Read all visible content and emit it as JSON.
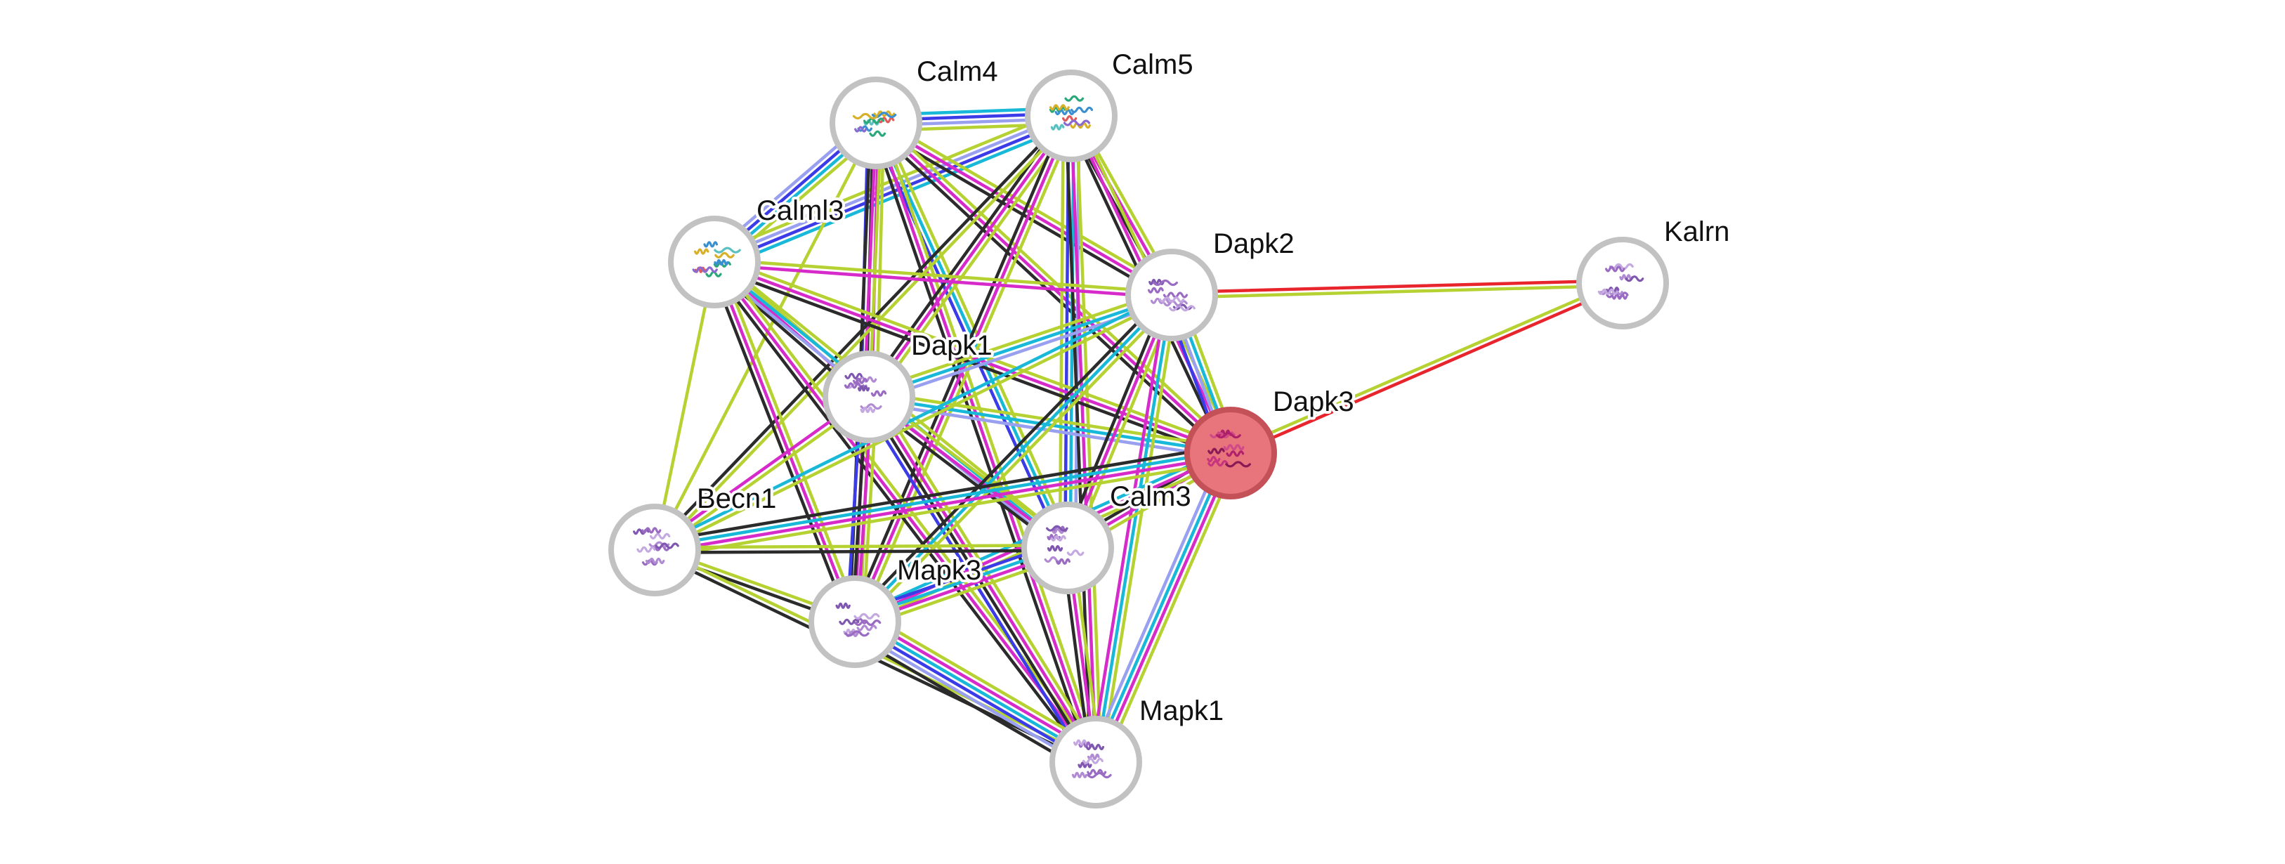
{
  "network": {
    "query_color": "#e8747c",
    "node_ring_color": "#c2c2c2",
    "evidence_colors": {
      "experiments": "#d62aca",
      "databases": "#17b8d8",
      "textmining": "#b6d232",
      "coexpression": "#2b2b2b",
      "neighborhood": "#3b3be8",
      "homology": "#9aa0f0",
      "fusion": "#e8242c"
    },
    "nodes": [
      {
        "id": "Calm4",
        "label": "Calm4",
        "query": false,
        "structure": "colored-ribbon"
      },
      {
        "id": "Calm5",
        "label": "Calm5",
        "query": false,
        "structure": "colored-ribbon"
      },
      {
        "id": "Calml3",
        "label": "Calml3",
        "query": false,
        "structure": "colored-ribbon"
      },
      {
        "id": "Dapk2",
        "label": "Dapk2",
        "query": false,
        "structure": "purple-ribbon"
      },
      {
        "id": "Kalrn",
        "label": "Kalrn",
        "query": false,
        "structure": "purple-ribbon"
      },
      {
        "id": "Dapk1",
        "label": "Dapk1",
        "query": false,
        "structure": "purple-ribbon"
      },
      {
        "id": "Dapk3",
        "label": "Dapk3",
        "query": true,
        "structure": "magenta-ribbon"
      },
      {
        "id": "Becn1",
        "label": "Becn1",
        "query": false,
        "structure": "purple-ribbon"
      },
      {
        "id": "Calm3",
        "label": "Calm3",
        "query": false,
        "structure": "purple-ribbon"
      },
      {
        "id": "Mapk3",
        "label": "Mapk3",
        "query": false,
        "structure": "purple-ribbon"
      },
      {
        "id": "Mapk1",
        "label": "Mapk1",
        "query": false,
        "structure": "purple-ribbon"
      }
    ],
    "edges": [
      {
        "source": "Dapk3",
        "target": "Kalrn",
        "evidence": [
          "textmining",
          "fusion"
        ]
      },
      {
        "source": "Dapk2",
        "target": "Kalrn",
        "evidence": [
          "fusion",
          "textmining"
        ]
      },
      {
        "source": "Calm4",
        "target": "Calm5",
        "evidence": [
          "databases",
          "neighborhood",
          "homology",
          "textmining"
        ]
      },
      {
        "source": "Calm4",
        "target": "Calml3",
        "evidence": [
          "textmining",
          "databases",
          "neighborhood",
          "homology"
        ]
      },
      {
        "source": "Calm5",
        "target": "Calml3",
        "evidence": [
          "databases",
          "neighborhood",
          "homology",
          "textmining"
        ]
      },
      {
        "source": "Calm4",
        "target": "Dapk1",
        "evidence": [
          "textmining",
          "experiments",
          "coexpression",
          "neighborhood"
        ]
      },
      {
        "source": "Calm4",
        "target": "Dapk2",
        "evidence": [
          "textmining",
          "experiments",
          "coexpression"
        ]
      },
      {
        "source": "Calm4",
        "target": "Dapk3",
        "evidence": [
          "textmining",
          "experiments",
          "coexpression"
        ]
      },
      {
        "source": "Calm4",
        "target": "Calm3",
        "evidence": [
          "textmining",
          "databases",
          "neighborhood"
        ]
      },
      {
        "source": "Calm4",
        "target": "Mapk3",
        "evidence": [
          "textmining",
          "experiments",
          "coexpression"
        ]
      },
      {
        "source": "Calm4",
        "target": "Becn1",
        "evidence": [
          "textmining"
        ]
      },
      {
        "source": "Calm4",
        "target": "Mapk1",
        "evidence": [
          "textmining",
          "experiments",
          "coexpression"
        ]
      },
      {
        "source": "Calm5",
        "target": "Dapk1",
        "evidence": [
          "textmining",
          "experiments",
          "coexpression"
        ]
      },
      {
        "source": "Calm5",
        "target": "Dapk2",
        "evidence": [
          "textmining",
          "experiments",
          "coexpression"
        ]
      },
      {
        "source": "Calm5",
        "target": "Dapk3",
        "evidence": [
          "textmining",
          "experiments",
          "coexpression"
        ]
      },
      {
        "source": "Calm5",
        "target": "Calm3",
        "evidence": [
          "homology",
          "databases",
          "neighborhood",
          "textmining"
        ]
      },
      {
        "source": "Calm5",
        "target": "Mapk3",
        "evidence": [
          "textmining",
          "experiments",
          "coexpression"
        ]
      },
      {
        "source": "Calm5",
        "target": "Mapk1",
        "evidence": [
          "textmining",
          "experiments",
          "coexpression"
        ]
      },
      {
        "source": "Calm5",
        "target": "Becn1",
        "evidence": [
          "textmining",
          "coexpression"
        ]
      },
      {
        "source": "Calml3",
        "target": "Dapk1",
        "evidence": [
          "textmining",
          "experiments",
          "coexpression"
        ]
      },
      {
        "source": "Calml3",
        "target": "Dapk2",
        "evidence": [
          "textmining",
          "experiments"
        ]
      },
      {
        "source": "Calml3",
        "target": "Dapk3",
        "evidence": [
          "textmining",
          "experiments",
          "coexpression"
        ]
      },
      {
        "source": "Calml3",
        "target": "Calm3",
        "evidence": [
          "textmining",
          "databases",
          "homology"
        ]
      },
      {
        "source": "Calml3",
        "target": "Mapk3",
        "evidence": [
          "textmining",
          "experiments",
          "coexpression"
        ]
      },
      {
        "source": "Calml3",
        "target": "Mapk1",
        "evidence": [
          "textmining",
          "experiments",
          "coexpression"
        ]
      },
      {
        "source": "Calml3",
        "target": "Becn1",
        "evidence": [
          "textmining"
        ]
      },
      {
        "source": "Dapk1",
        "target": "Dapk2",
        "evidence": [
          "textmining",
          "databases",
          "homology"
        ]
      },
      {
        "source": "Dapk1",
        "target": "Dapk3",
        "evidence": [
          "textmining",
          "databases",
          "homology"
        ]
      },
      {
        "source": "Dapk1",
        "target": "Calm3",
        "evidence": [
          "textmining",
          "experiments",
          "coexpression"
        ]
      },
      {
        "source": "Dapk1",
        "target": "Mapk3",
        "evidence": [
          "textmining",
          "experiments",
          "coexpression",
          "neighborhood"
        ]
      },
      {
        "source": "Dapk1",
        "target": "Mapk1",
        "evidence": [
          "textmining",
          "experiments",
          "coexpression",
          "neighborhood"
        ]
      },
      {
        "source": "Dapk1",
        "target": "Becn1",
        "evidence": [
          "textmining",
          "experiments"
        ]
      },
      {
        "source": "Dapk2",
        "target": "Dapk3",
        "evidence": [
          "textmining",
          "databases",
          "homology",
          "neighborhood"
        ]
      },
      {
        "source": "Dapk2",
        "target": "Calm3",
        "evidence": [
          "textmining",
          "experiments",
          "coexpression"
        ]
      },
      {
        "source": "Dapk2",
        "target": "Mapk3",
        "evidence": [
          "textmining",
          "databases",
          "coexpression"
        ]
      },
      {
        "source": "Dapk2",
        "target": "Mapk1",
        "evidence": [
          "textmining",
          "databases",
          "experiments"
        ]
      },
      {
        "source": "Dapk2",
        "target": "Becn1",
        "evidence": [
          "textmining",
          "databases"
        ]
      },
      {
        "source": "Dapk3",
        "target": "Calm3",
        "evidence": [
          "textmining",
          "experiments",
          "coexpression"
        ]
      },
      {
        "source": "Dapk3",
        "target": "Mapk3",
        "evidence": [
          "textmining",
          "experiments",
          "databases"
        ]
      },
      {
        "source": "Dapk3",
        "target": "Mapk1",
        "evidence": [
          "textmining",
          "experiments",
          "databases",
          "homology"
        ]
      },
      {
        "source": "Dapk3",
        "target": "Becn1",
        "evidence": [
          "textmining",
          "experiments",
          "databases",
          "coexpression"
        ]
      },
      {
        "source": "Becn1",
        "target": "Calm3",
        "evidence": [
          "textmining",
          "coexpression"
        ]
      },
      {
        "source": "Becn1",
        "target": "Mapk3",
        "evidence": [
          "textmining",
          "coexpression"
        ]
      },
      {
        "source": "Becn1",
        "target": "Mapk1",
        "evidence": [
          "textmining",
          "coexpression"
        ]
      },
      {
        "source": "Calm3",
        "target": "Mapk3",
        "evidence": [
          "textmining",
          "experiments",
          "databases",
          "neighborhood"
        ]
      },
      {
        "source": "Calm3",
        "target": "Mapk1",
        "evidence": [
          "textmining",
          "experiments",
          "coexpression"
        ]
      },
      {
        "source": "Mapk3",
        "target": "Mapk1",
        "evidence": [
          "textmining",
          "experiments",
          "databases",
          "neighborhood",
          "homology",
          "coexpression"
        ]
      }
    ]
  }
}
